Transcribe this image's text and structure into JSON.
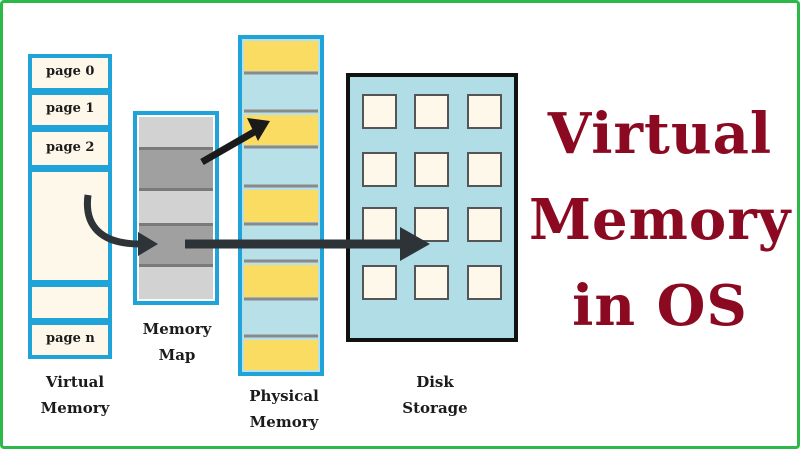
{
  "title": {
    "line1": "Virtual",
    "line2": "Memory",
    "line3": "in OS",
    "color": "#8b0a21"
  },
  "virtual_memory": {
    "pages": [
      "page 0",
      "page 1",
      "page 2",
      "page n"
    ],
    "caption_line1": "Virtual",
    "caption_line2": "Memory"
  },
  "memory_map": {
    "caption_line1": "Memory",
    "caption_line2": "Map"
  },
  "physical_memory": {
    "caption_line1": "Physical",
    "caption_line2": "Memory"
  },
  "disk_storage": {
    "caption_line1": "Disk",
    "caption_line2": "Storage"
  },
  "colors": {
    "frame_green": "#2db84a",
    "box_blue": "#1fa3d8",
    "page_fill": "#fdf8ea",
    "map_gray": "#d2d2d2",
    "map_dark": "#a0a0a0",
    "physical_yellow": "#fbdc62",
    "physical_cyan": "#b8e0e8",
    "disk_fill": "#b0dde6",
    "arrow": "#2e3338"
  }
}
